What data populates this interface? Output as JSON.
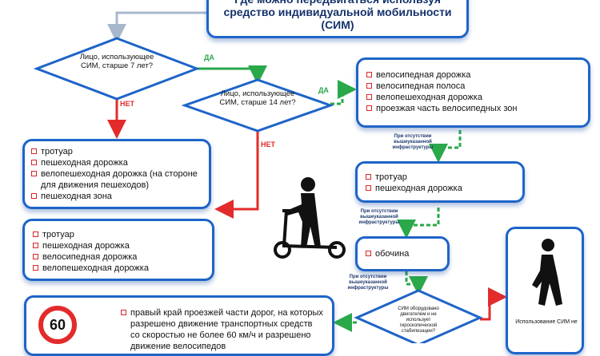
{
  "title": "Где можно передвигаться используя средство индивидуальной мобильности (СИМ)",
  "decisions": {
    "age7": "Лицо, использующее СИМ, старше 7 лет?",
    "age14": "Лицо, использующее СИМ, старше 14 лет?",
    "motor": "СИМ оборудовано двигателем и не использует гироскопической стабилизации?"
  },
  "labels": {
    "yes1": "ДА",
    "yes2": "ДА",
    "no1": "НЕТ",
    "no2": "НЕТ",
    "absent1": "При отсутствии вышеуказанной инфраструктуры",
    "absent2": "При отсутствии вышеуказанной инфраструктуры",
    "absent3": "При отсутствии вышеуказанной инфраструктуры"
  },
  "lists": {
    "over14": [
      "велосипедная дорожка",
      "велосипедная полоса",
      "велопешеходная дорожка",
      "проезжая часть велосипедных зон"
    ],
    "under7": [
      "тротуар",
      "пешеходная дорожка",
      "велопешеходная дорожка (на стороне для движения пешеходов)",
      "пешеходная зона"
    ],
    "age7to14": [
      "тротуар",
      "пешеходная дорожка",
      "велосипедная дорожка",
      "велопешеходная дорожка"
    ],
    "fallback1": [
      "тротуар",
      "пешеходная дорожка"
    ],
    "fallback2": [
      "обочина"
    ],
    "road": [
      "правый край проезжей части дорог, на которых разрешено движение транспортных средств со скоростью не более 60 км/ч и разрешено движение велосипедов"
    ]
  },
  "speed_sign": "60",
  "pedestrian_box": "Использование СИМ не",
  "colors": {
    "blue": "#1e64c8",
    "red": "#e32b2b",
    "green": "#2aa84a"
  }
}
